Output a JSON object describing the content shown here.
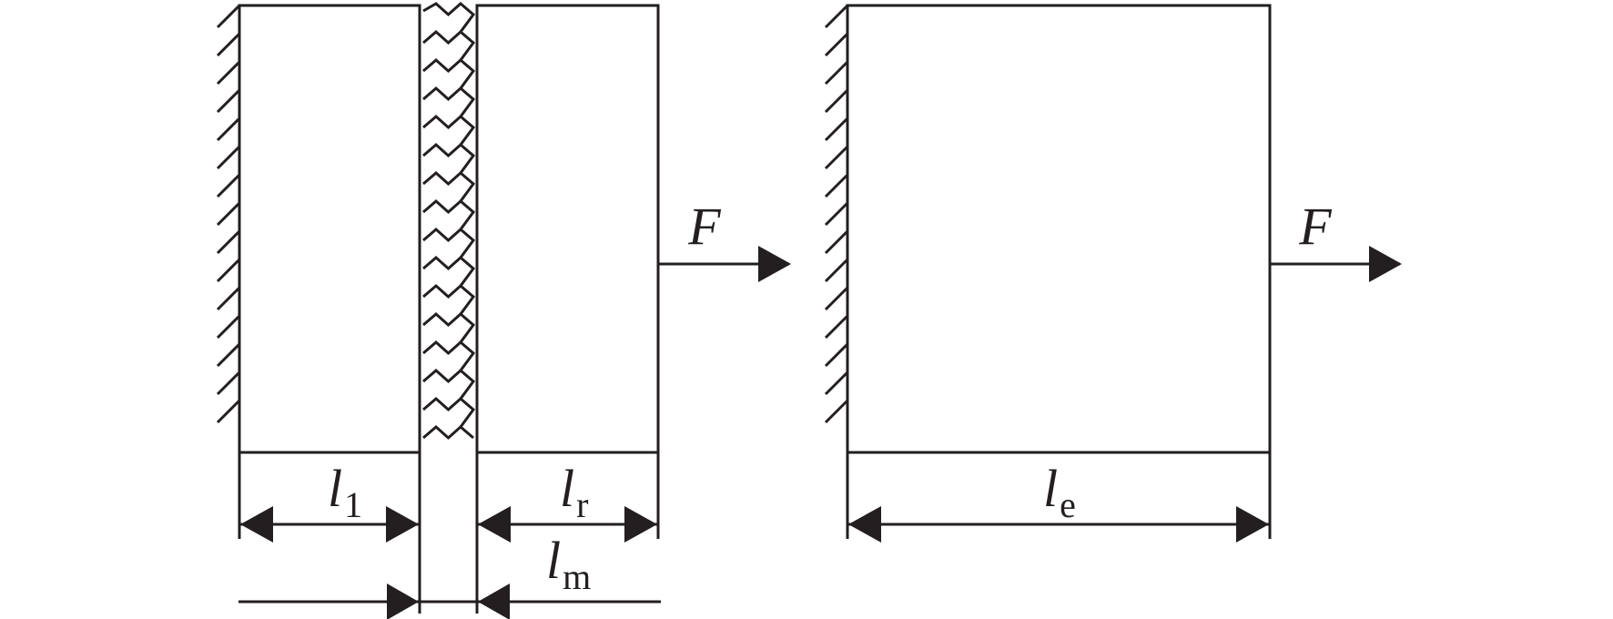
{
  "diagram": {
    "left": {
      "force_label": "F",
      "dims": {
        "l1": {
          "sym": "l",
          "sub": "1"
        },
        "lr": {
          "sym": "l",
          "sub": "r"
        },
        "lm": {
          "sym": "l",
          "sub": "m"
        }
      }
    },
    "right": {
      "force_label": "F",
      "dims": {
        "le": {
          "sym": "l",
          "sub": "e"
        }
      }
    }
  },
  "colors": {
    "ink": "#231f20",
    "background": "#ffffff"
  }
}
